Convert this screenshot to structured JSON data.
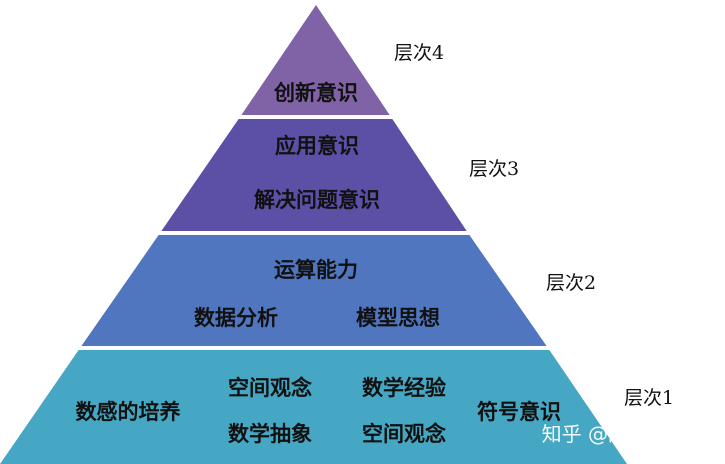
{
  "pyramid": {
    "tiers": [
      {
        "id": "4",
        "color": "#7f63a6",
        "level": "层次4",
        "items": [
          "创新意识"
        ]
      },
      {
        "id": "3",
        "color": "#5b4fa6",
        "level": "层次3",
        "items": [
          "应用意识",
          "解决问题意识"
        ]
      },
      {
        "id": "2",
        "color": "#4f76bf",
        "level": "层次2",
        "items": [
          "运算能力",
          "数据分析",
          "模型思想"
        ]
      },
      {
        "id": "1",
        "color": "#45a7c4",
        "level": "层次1",
        "items": [
          "数感的培养",
          "空间观念",
          "数学经验",
          "符号意识",
          "数学抽象",
          "空间观念"
        ]
      }
    ]
  },
  "watermark": {
    "text": "知乎 @战斗鸡奶爸"
  }
}
